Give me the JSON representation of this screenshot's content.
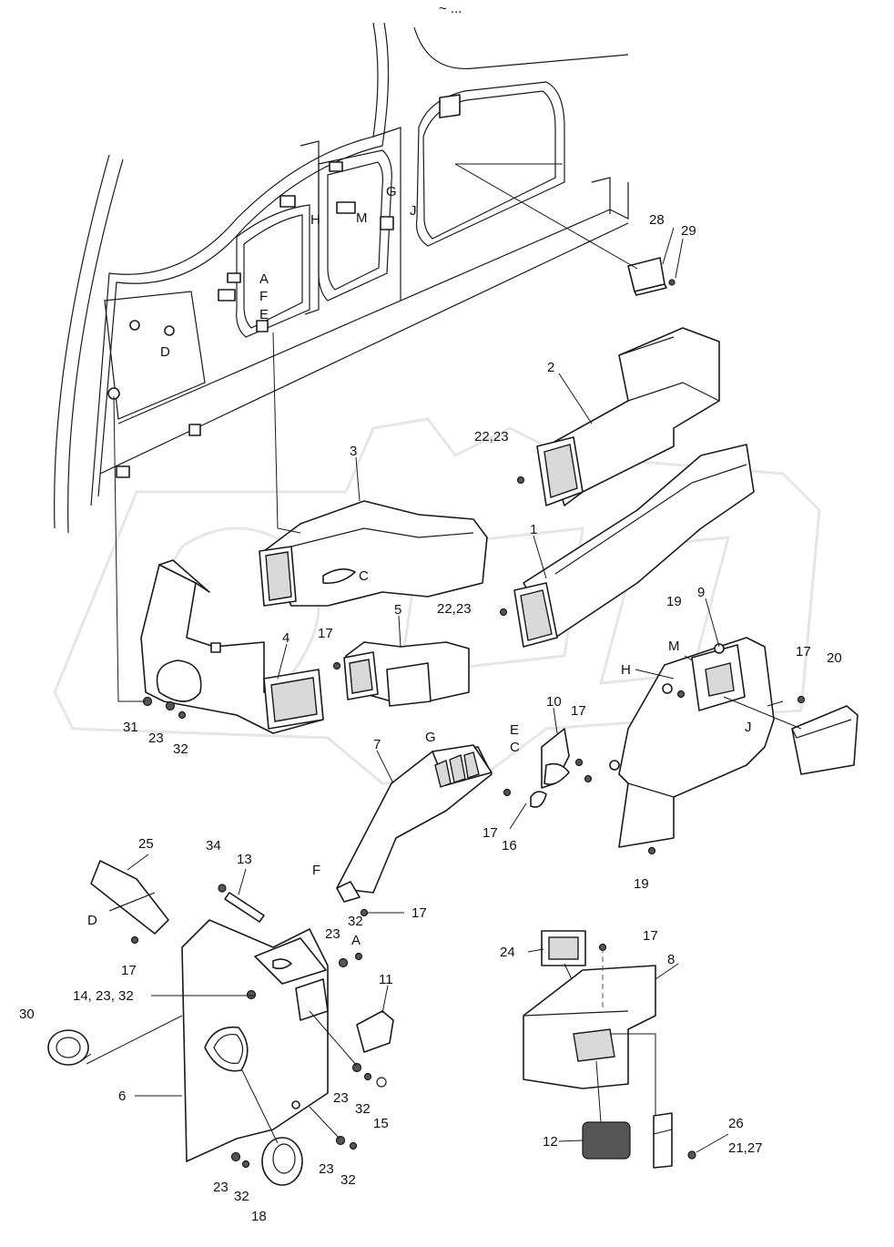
{
  "diagram": {
    "header_mark": "~ ...",
    "callouts": [
      {
        "id": "c2",
        "text": "2"
      },
      {
        "id": "c1",
        "text": "1"
      },
      {
        "id": "c3",
        "text": "3"
      },
      {
        "id": "c4",
        "text": "4"
      },
      {
        "id": "c5",
        "text": "5"
      },
      {
        "id": "c6",
        "text": "6"
      },
      {
        "id": "c7",
        "text": "7"
      },
      {
        "id": "c8",
        "text": "8"
      },
      {
        "id": "c9",
        "text": "9"
      },
      {
        "id": "c10",
        "text": "10"
      },
      {
        "id": "c11",
        "text": "11"
      },
      {
        "id": "c12",
        "text": "12"
      },
      {
        "id": "c13",
        "text": "13"
      },
      {
        "id": "c14",
        "text": "14, 23, 32"
      },
      {
        "id": "c15",
        "text": "15"
      },
      {
        "id": "c16",
        "text": "16"
      },
      {
        "id": "c17a",
        "text": "17"
      },
      {
        "id": "c17b",
        "text": "17"
      },
      {
        "id": "c17c",
        "text": "17"
      },
      {
        "id": "c17d",
        "text": "17"
      },
      {
        "id": "c17e",
        "text": "17"
      },
      {
        "id": "c17f",
        "text": "17"
      },
      {
        "id": "c17g",
        "text": "17"
      },
      {
        "id": "c18",
        "text": "18"
      },
      {
        "id": "c19a",
        "text": "19"
      },
      {
        "id": "c19b",
        "text": "19"
      },
      {
        "id": "c20",
        "text": "20"
      },
      {
        "id": "c2127",
        "text": "21,27"
      },
      {
        "id": "c2223a",
        "text": "22,23"
      },
      {
        "id": "c2223b",
        "text": "22,23"
      },
      {
        "id": "c23a",
        "text": "23"
      },
      {
        "id": "c23b",
        "text": "23"
      },
      {
        "id": "c23c",
        "text": "23"
      },
      {
        "id": "c23d",
        "text": "23"
      },
      {
        "id": "c23e",
        "text": "23"
      },
      {
        "id": "c24",
        "text": "24"
      },
      {
        "id": "c25",
        "text": "25"
      },
      {
        "id": "c26",
        "text": "26"
      },
      {
        "id": "c28",
        "text": "28"
      },
      {
        "id": "c29",
        "text": "29"
      },
      {
        "id": "c30",
        "text": "30"
      },
      {
        "id": "c31",
        "text": "31"
      },
      {
        "id": "c32a",
        "text": "32"
      },
      {
        "id": "c32b",
        "text": "32"
      },
      {
        "id": "c32c",
        "text": "32"
      },
      {
        "id": "c32d",
        "text": "32"
      },
      {
        "id": "c32e",
        "text": "32"
      },
      {
        "id": "c34",
        "text": "34"
      }
    ],
    "refs": [
      {
        "id": "rG1",
        "text": "G"
      },
      {
        "id": "rH1",
        "text": "H"
      },
      {
        "id": "rM1",
        "text": "M"
      },
      {
        "id": "rJ1",
        "text": "J"
      },
      {
        "id": "rA1",
        "text": "A"
      },
      {
        "id": "rF1",
        "text": "F"
      },
      {
        "id": "rE1",
        "text": "E"
      },
      {
        "id": "rD1",
        "text": "D"
      },
      {
        "id": "rC1",
        "text": "C"
      },
      {
        "id": "rM2",
        "text": "M"
      },
      {
        "id": "rH2",
        "text": "H"
      },
      {
        "id": "rJ2",
        "text": "J"
      },
      {
        "id": "rE2",
        "text": "E"
      },
      {
        "id": "rC2",
        "text": "C"
      },
      {
        "id": "rG2",
        "text": "G"
      },
      {
        "id": "rF2",
        "text": "F"
      },
      {
        "id": "rD2",
        "text": "D"
      },
      {
        "id": "rA2",
        "text": "A"
      }
    ]
  }
}
